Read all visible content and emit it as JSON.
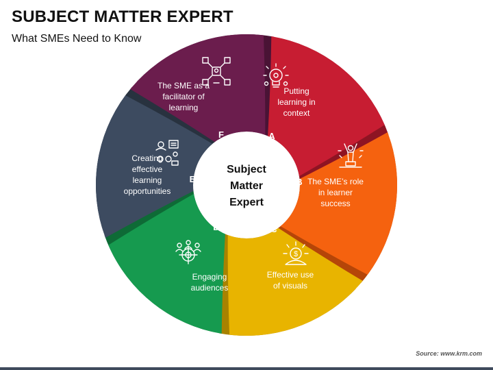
{
  "header": {
    "title": "SUBJECT MATTER EXPERT",
    "subtitle": "What SMEs Need to Know"
  },
  "center": {
    "lines": [
      "Subject",
      "Matter",
      "Expert"
    ]
  },
  "segments": [
    {
      "letter": "A",
      "lines": [
        "Putting",
        "learning in",
        "context"
      ],
      "icon": "lightbulb-gear-icon",
      "color": "#c71d32",
      "shadow": "#8e1423"
    },
    {
      "letter": "B",
      "lines": [
        "The SME’s role",
        "in learner",
        "success"
      ],
      "icon": "success-person-trophy-icon",
      "color": "#f5620f",
      "shadow": "#b54508"
    },
    {
      "letter": "C",
      "lines": [
        "Effective use",
        "of visuals"
      ],
      "icon": "money-idea-icon",
      "color": "#e8b400",
      "shadow": "#a88200"
    },
    {
      "letter": "D",
      "lines": [
        "Engaging",
        "audiences"
      ],
      "icon": "audience-target-icon",
      "color": "#169a4f",
      "shadow": "#0e6a36"
    },
    {
      "letter": "E",
      "lines": [
        "Creating",
        "effective",
        "learning",
        "opportunities"
      ],
      "icon": "collaboration-chart-icon",
      "color": "#3d4b60",
      "shadow": "#28323f"
    },
    {
      "letter": "F",
      "lines": [
        "The SME as a",
        "facilitator of",
        "learning"
      ],
      "icon": "facilitator-network-icon",
      "color": "#6b1d4d",
      "shadow": "#4a1335"
    }
  ],
  "source": "Source: www.krm.com"
}
